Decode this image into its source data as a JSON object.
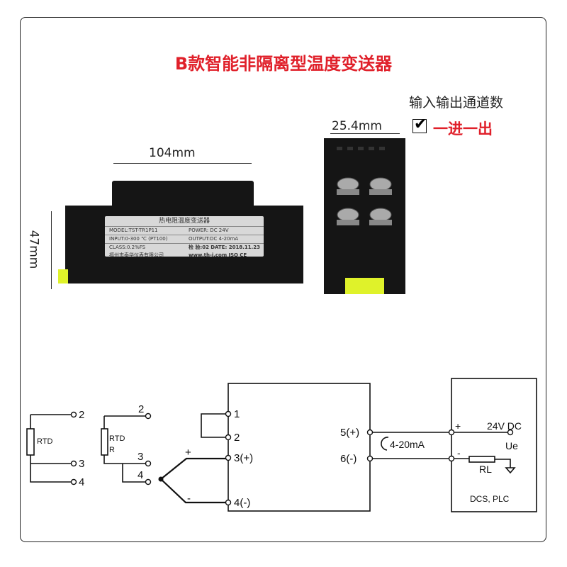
{
  "title": "B款智能非隔离型温度变送器",
  "channels": {
    "heading": "输入输出通道数",
    "option": "一进一出",
    "checked": true
  },
  "dimensions": {
    "length": "104mm",
    "height": "47mm",
    "width": "25.4mm"
  },
  "device_label": {
    "name": "热电阻温度变送器",
    "model": "MODEL:TST-TR1P11",
    "power": "POWER: DC 24V",
    "input": "INPUT:0-300 ℃   (PT100)",
    "output": "OUTPUT:DC  4-20mA",
    "class": "CLASS:0.2%FS",
    "inspection": "检  验:02",
    "date": "DATE: 2018.11.23",
    "company": "福州市泰华仪表有限公司",
    "website": "www.th-i.com",
    "marks": [
      "ISO",
      "CE"
    ]
  },
  "colors": {
    "title": "#e0202a",
    "clip": "#dff22a",
    "body": "#151515"
  },
  "wiring": {
    "rtd_2wire": {
      "label": "RTD",
      "terminals": [
        "2",
        "3",
        "4"
      ]
    },
    "rtd_3wire": {
      "label": "RTD",
      "label2": "R",
      "terminals": [
        "2",
        "3",
        "4"
      ]
    },
    "thermocouple": {
      "plus": "+",
      "minus": "-"
    },
    "transmitter_inputs": [
      "1",
      "2",
      "3(+)",
      "4(-)"
    ],
    "transmitter_outputs": [
      "5(+)",
      "6(-)"
    ],
    "current": "4-20mA",
    "receiver": {
      "plus": "+",
      "minus": "-",
      "supply": "24V DC",
      "ue": "Ue",
      "load": "RL",
      "name": "DCS, PLC"
    }
  }
}
